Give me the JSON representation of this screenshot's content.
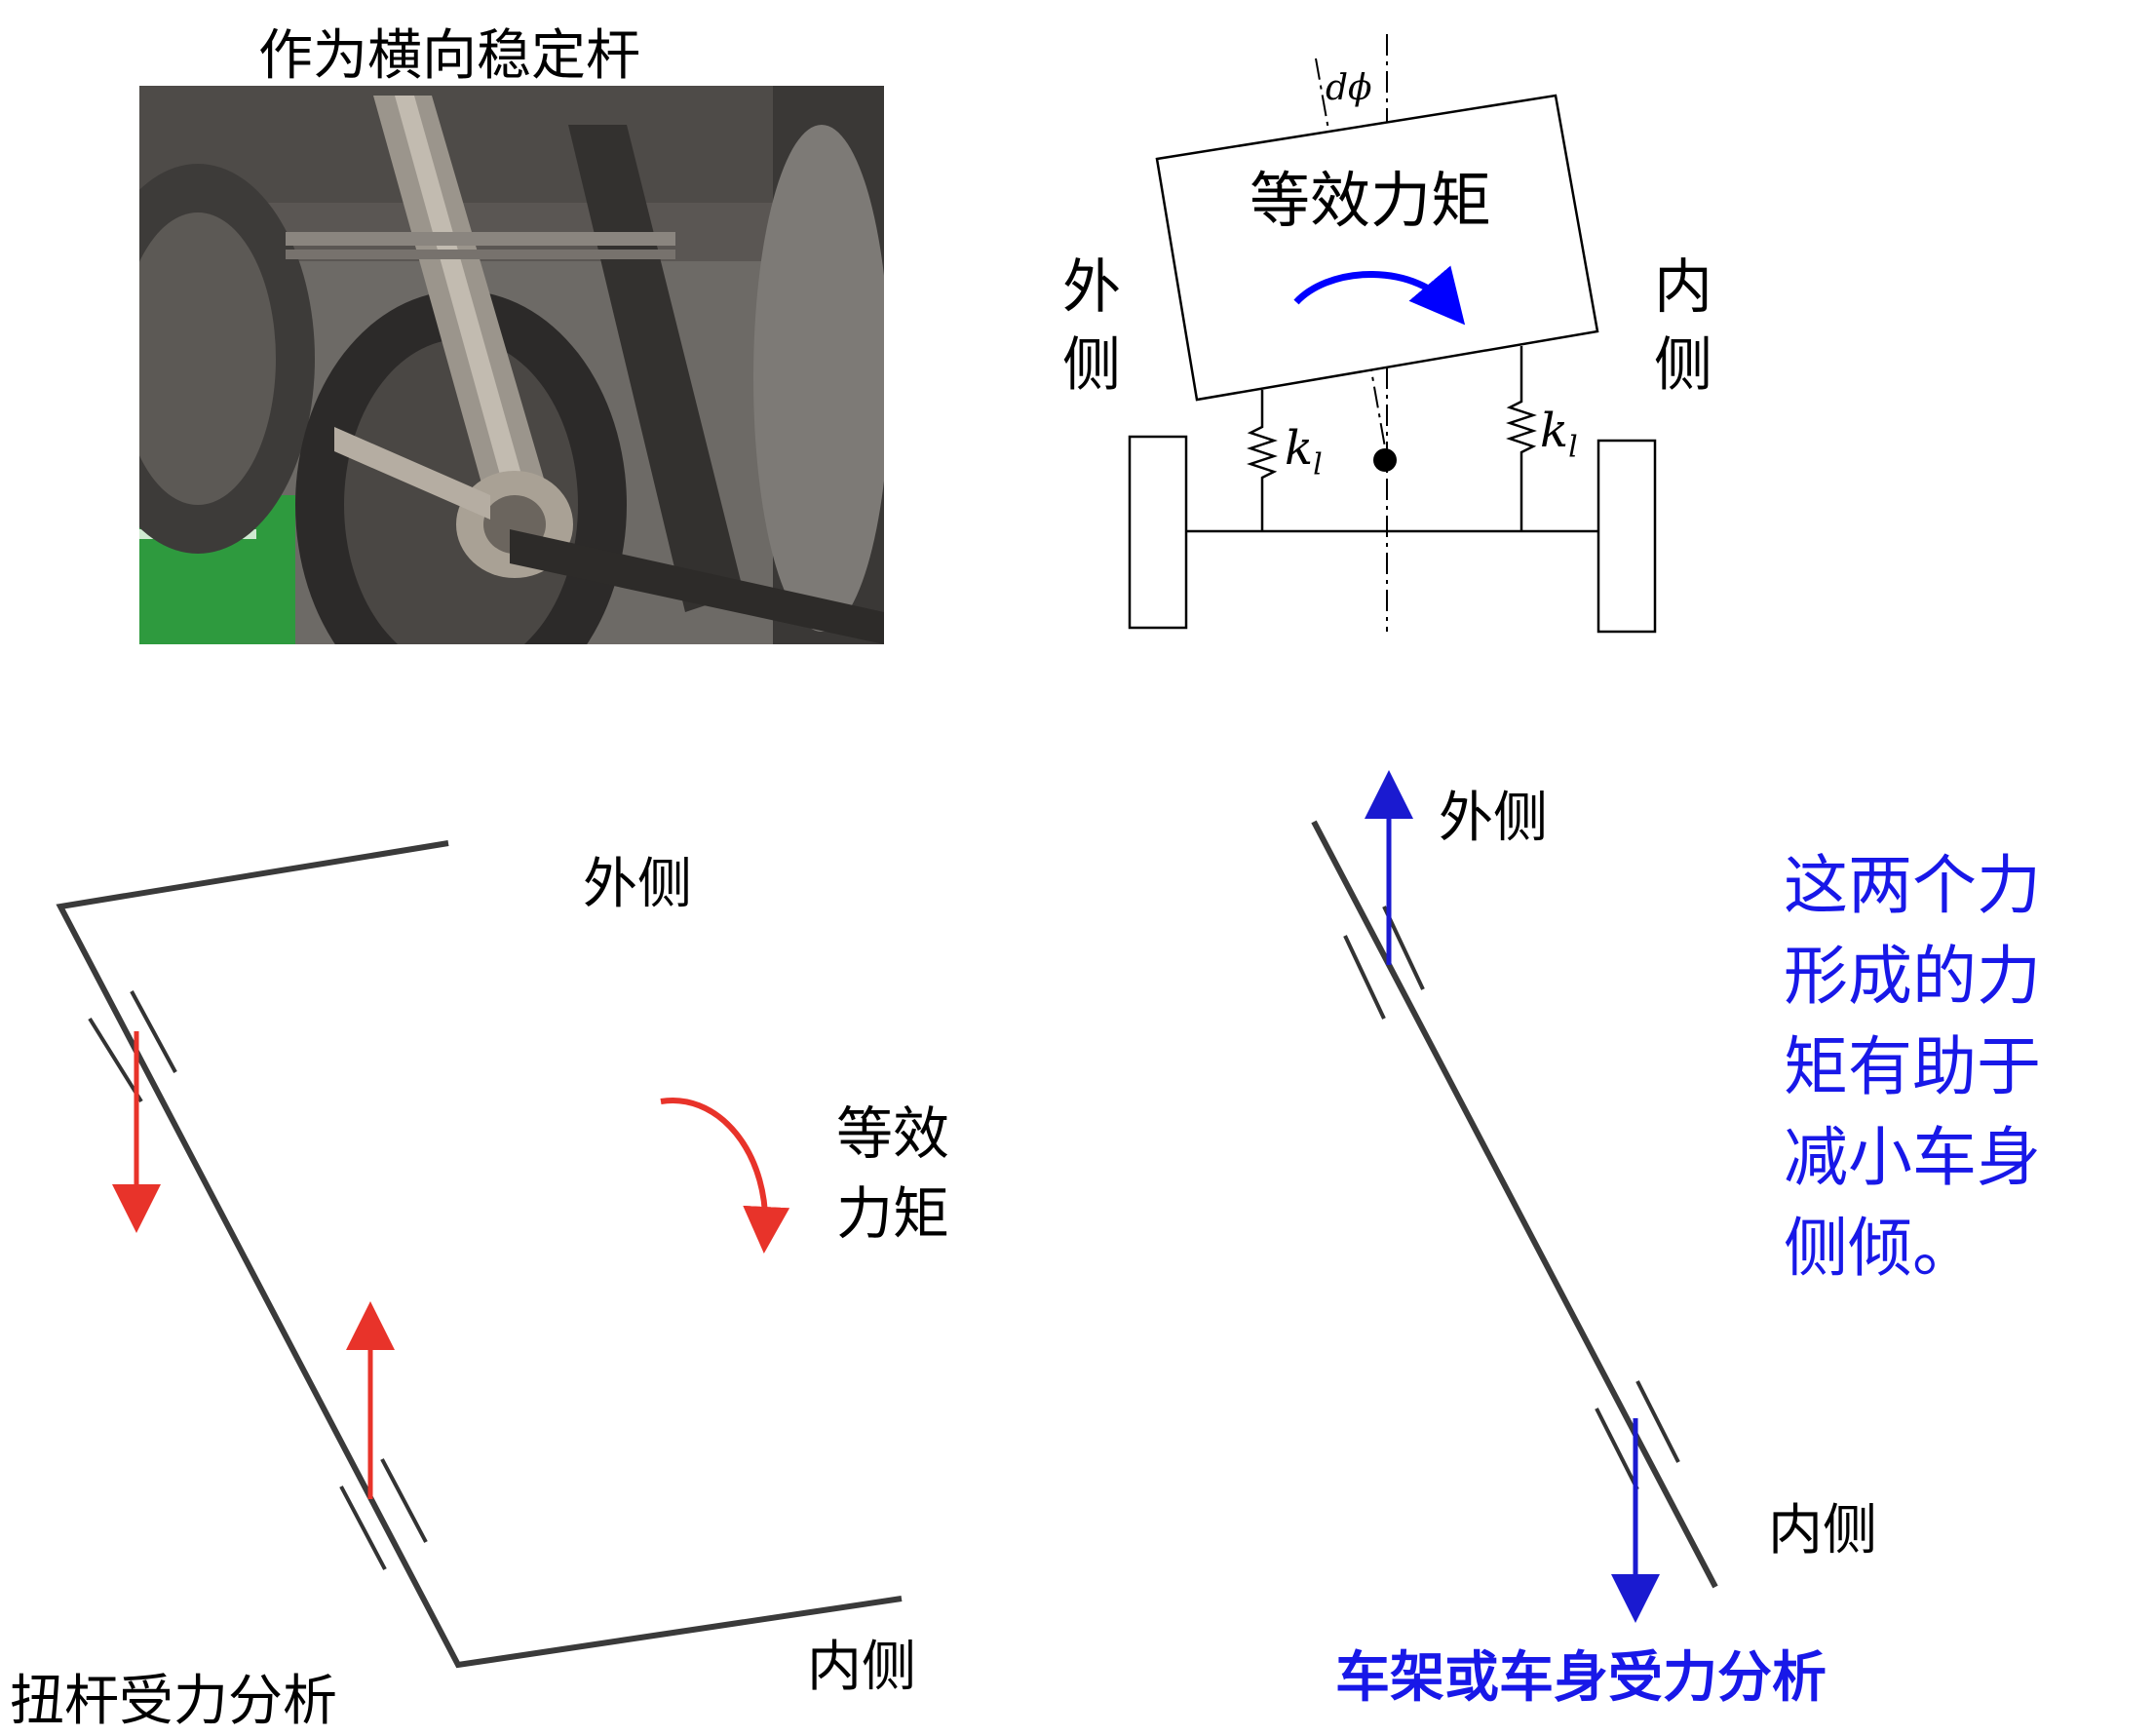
{
  "photo": {
    "title": "作为横向稳定杆"
  },
  "suspension_diagram": {
    "body_moment_label": "等效力矩",
    "angle_label": "dϕ",
    "spring_label_left": "k",
    "spring_label_right": "k",
    "spring_subscript": "l",
    "outer_side_label": [
      "外",
      "侧"
    ],
    "inner_side_label": [
      "内",
      "侧"
    ],
    "moment_arrow_color": "#0000ff"
  },
  "torsion_bar": {
    "outer_label": "外侧",
    "inner_label": "内侧",
    "moment_label": [
      "等效",
      "力矩"
    ],
    "caption": "扭杆受力分析",
    "force_color": "#e8332a"
  },
  "frame_analysis": {
    "outer_label": "外侧",
    "inner_label": "内侧",
    "caption": "车架或车身受力分析",
    "explanation_lines": [
      "这两个力",
      "形成的力",
      "矩有助于",
      "减小车身",
      "侧倾。"
    ],
    "force_color": "#1a1ad0"
  }
}
